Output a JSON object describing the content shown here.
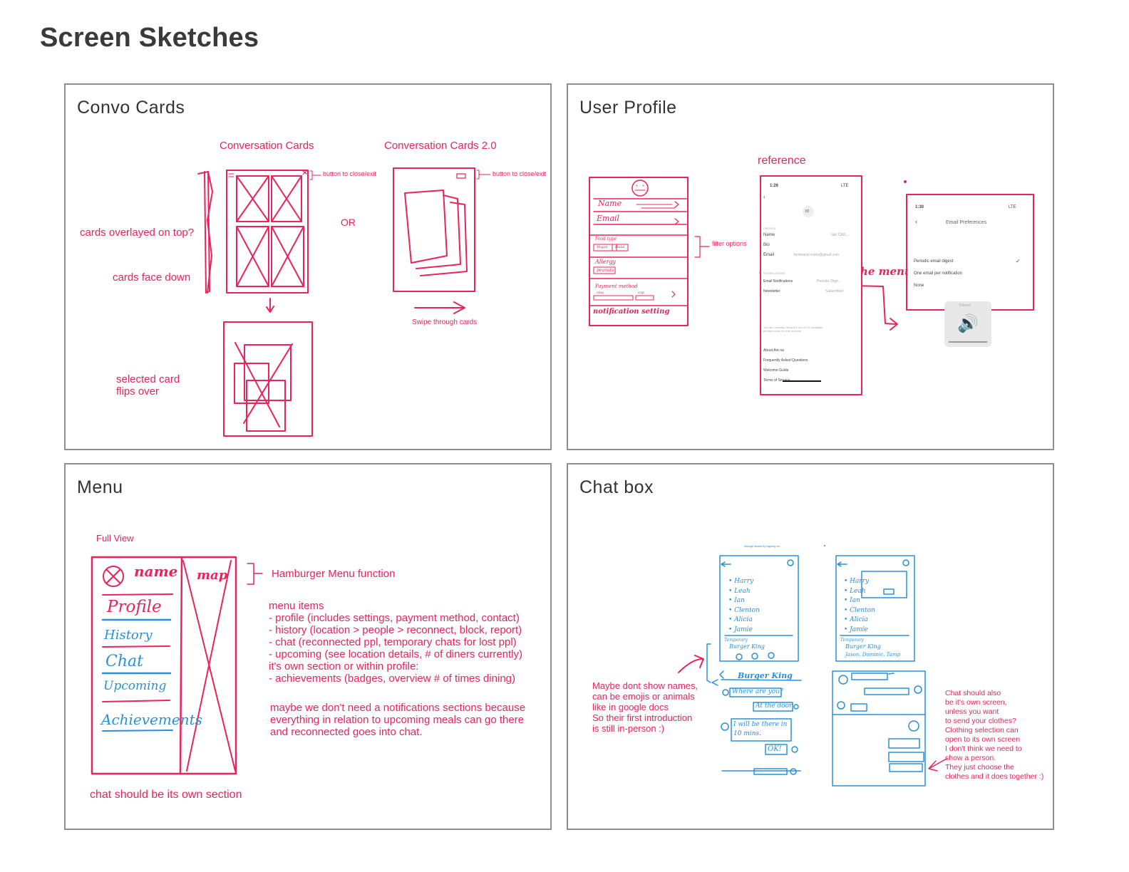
{
  "page": {
    "title": "Screen Sketches"
  },
  "colors": {
    "sketch_pink": "#e8245a",
    "sketch_blue": "#2b8fd6",
    "panel_border": "#8f8f8f",
    "title": "#3a3a3a"
  },
  "panels": {
    "convo": {
      "title": "Convo Cards",
      "col1_title": "Conversation Cards",
      "col2_title": "Conversation Cards 2.0",
      "or_label": "OR",
      "btn_note_1": "button to close/exit",
      "btn_note_2": "button to close/exit",
      "note_overlay": "cards overlayed on top?",
      "note_facedown": "cards face down",
      "note_flip": "selected card\nflips over",
      "note_swipe": "Swipe through cards"
    },
    "profile": {
      "title": "User Profile",
      "reference_label": "reference",
      "filter_label": "filter options",
      "sketch_fields": [
        "Name",
        "Email",
        "Food type",
        "Allergy",
        "Payment method",
        "notification setting"
      ],
      "sketch_chips": [
        "Vegan",
        "Halal",
        "peanuts",
        "visa",
        "exp"
      ],
      "annotation": "? under the menu",
      "ref_phone": {
        "time": "1:26",
        "status": "LTE",
        "avatar": "IO",
        "section_profile": "PROFILE",
        "rows": [
          {
            "label": "Name",
            "value": "Ian Ord..."
          },
          {
            "label": "Bio",
            "value": ""
          },
          {
            "label": "Email",
            "value": "ferdinand.ordon@gmail.com"
          }
        ],
        "section_notifications": "NOTIFICATIONS",
        "notif_rows": [
          {
            "label": "Email Notifications",
            "value": "Periodic Dige..."
          },
          {
            "label": "Newsletter",
            "value": "Subscribed"
          }
        ],
        "storage_note": "You are currently using 8% out of 100 available private bound for free account",
        "links": [
          "About Are.na",
          "Frequently Asked Questions",
          "Welcome Guide",
          "Terms of Service"
        ]
      },
      "email_phone": {
        "time": "1:30",
        "status": "LTE",
        "header": "Email Preferences",
        "options": [
          "Periodic email digest",
          "One email per notification",
          "None"
        ],
        "selected_index": 0
      },
      "volume_label": "Volume"
    },
    "menu": {
      "title": "Menu",
      "full_view": "Full View",
      "hamburger_label": "Hamburger Menu function",
      "sketch_name": "name",
      "sketch_map": "map",
      "sketch_items": [
        "Profile",
        "History",
        "Chat",
        "Upcoming",
        "Achievements"
      ],
      "menu_items_text": "menu items\n- profile (includes settings, payment method, contact)\n- history (location > people > reconnect, block, report)\n- chat (reconnected ppl, temporary chats for lost ppl)\n- upcoming (see location details, # of diners currently)\nit's own section or within profile:\n- achievements (badges, overview # of times dining)",
      "notification_note": "maybe we don't need a notifications sections because\neverything in relation to upcoming meals can go there\nand reconnected goes into chat.",
      "chat_note": "chat should be its own section"
    },
    "chat": {
      "title": "Chat box",
      "contacts": [
        "Harry",
        "Leah",
        "Ian",
        "Clenton",
        "Alicia",
        "Jamie"
      ],
      "group_label": "Temporary",
      "group_name": "Burger King",
      "group_members": "Jason, Dominic, Tamp",
      "chat_header": "Burger King",
      "messages": [
        "Where are you?",
        "At the door",
        "I will be there in 10 mins.",
        "OK!"
      ],
      "status_note": "change status by tapping on",
      "left_note": "Maybe dont show names,\ncan be emojis or animals\nlike in google docs\nSo their first introduction\nis still in-person :)",
      "right_note": "Chat should also\nbe it's own screen,\nunless you want\nto send your clothes?\nClothing selection can\n open to its own screen\nI don't think we need to\nshow a person.\nThey just choose the\nclothes and it does together :)"
    }
  }
}
